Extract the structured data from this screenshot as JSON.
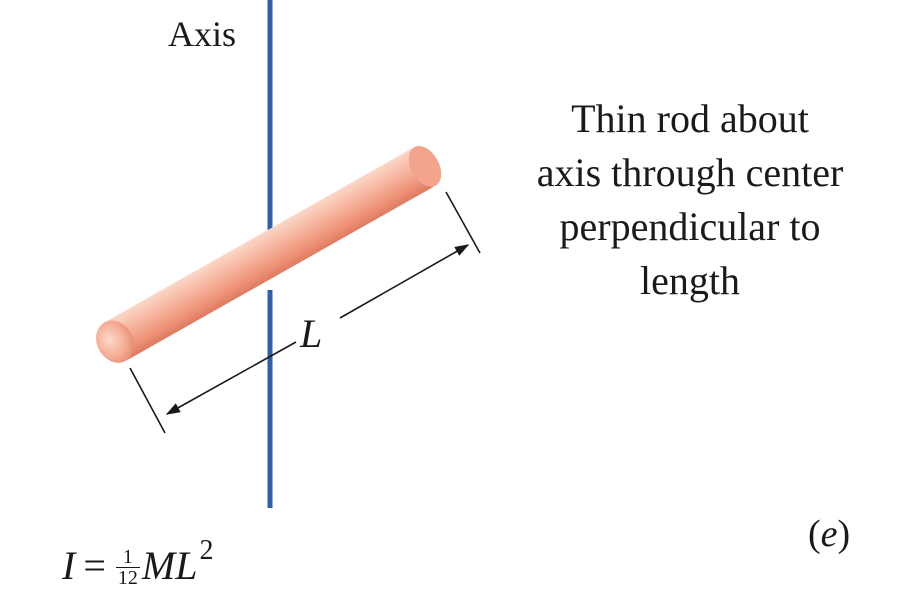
{
  "labels": {
    "axis": "Axis",
    "length_symbol": "L",
    "panel_open": "(",
    "panel_letter": "e",
    "panel_close": ")"
  },
  "caption_lines": [
    "Thin rod about",
    "axis through center",
    "perpendicular to",
    "length"
  ],
  "formula": {
    "lhs": "I",
    "equals": "=",
    "numerator": "1",
    "denominator": "12",
    "mass": "M",
    "length": "L",
    "exponent": "2"
  },
  "colors": {
    "axis": "#2e5fa8",
    "rod_light": "#fbd2c2",
    "rod_mid": "#f3a48b",
    "rod_dark": "#e07d64",
    "ink": "#1a1a1a"
  }
}
